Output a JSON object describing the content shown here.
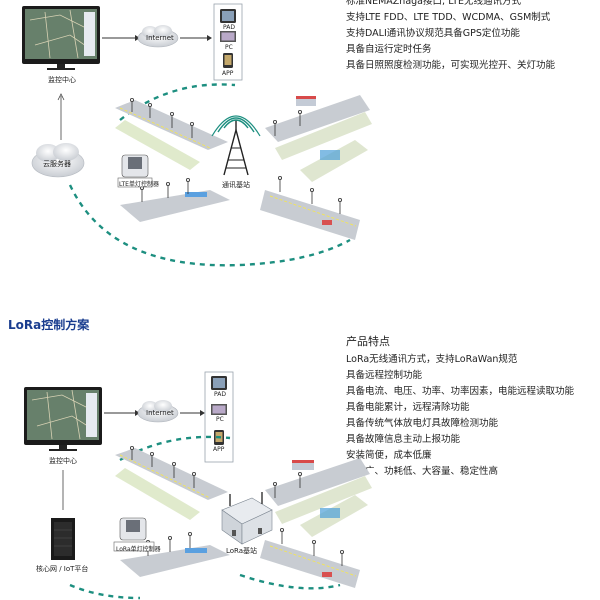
{
  "top": {
    "features": [
      "标准NEMAZhaga接口; LTE无线通讯方式",
      "支持LTE FDD、LTE TDD、WCDMA、GSM制式",
      "支持DALI通讯协议规范具备GPS定位功能",
      "具备自运行定时任务",
      "具备日照照度检测功能，可实现光控开、关灯功能"
    ],
    "monitor_label": "监控中心",
    "internet_label": "Internet",
    "devices": [
      "PAD",
      "PC",
      "APP"
    ],
    "cloud_label": "云服务器",
    "controller_label": "LTE单灯控制器",
    "station_label": "通讯基站"
  },
  "lora": {
    "title": "LoRa控制方案",
    "product_title": "产品特点",
    "features": [
      "LoRa无线通讯方式，支持LoRaWan规范",
      "具备远程控制功能",
      "具备电流、电压、功率、功率因素，电能远程读取功能",
      "具备电能累计，远程清除功能",
      "具备传统气体放电灯具故障检测功能",
      "具备故障信息主动上报功能",
      "安装简便，成本低廉",
      "覆盖广、功耗低、大容量、稳定性高"
    ],
    "monitor_label": "监控中心",
    "internet_label": "Internet",
    "devices": [
      "PAD",
      "PC",
      "APP"
    ],
    "controller_label": "LoRa单灯控制器",
    "station_label": "LoRa基站",
    "core_label": "核心网 / IoT平台"
  },
  "colors": {
    "accent": "#1a3d8f",
    "dash": "#1d8f80",
    "road": "#8e97a3"
  }
}
